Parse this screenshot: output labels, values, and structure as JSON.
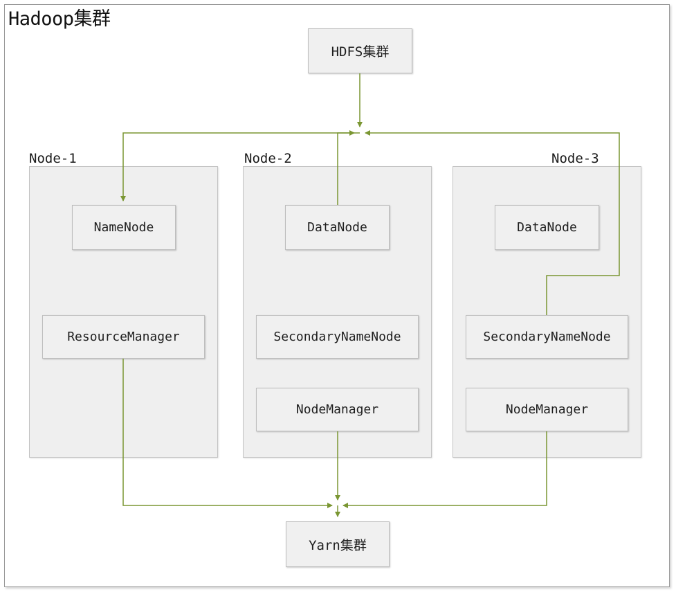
{
  "title": "Hadoop集群",
  "hdfs_cluster": "HDFS集群",
  "yarn_cluster": "Yarn集群",
  "nodes": [
    {
      "label": "Node-1",
      "components": [
        "NameNode",
        "ResourceManager"
      ]
    },
    {
      "label": "Node-2",
      "components": [
        "DataNode",
        "SecondaryNameNode",
        "NodeManager"
      ]
    },
    {
      "label": "Node-3",
      "components": [
        "DataNode",
        "SecondaryNameNode",
        "NodeManager"
      ]
    }
  ],
  "colors": {
    "connector": "#7a9632",
    "box_fill": "#f0f0f0",
    "container_fill": "#efefef"
  }
}
